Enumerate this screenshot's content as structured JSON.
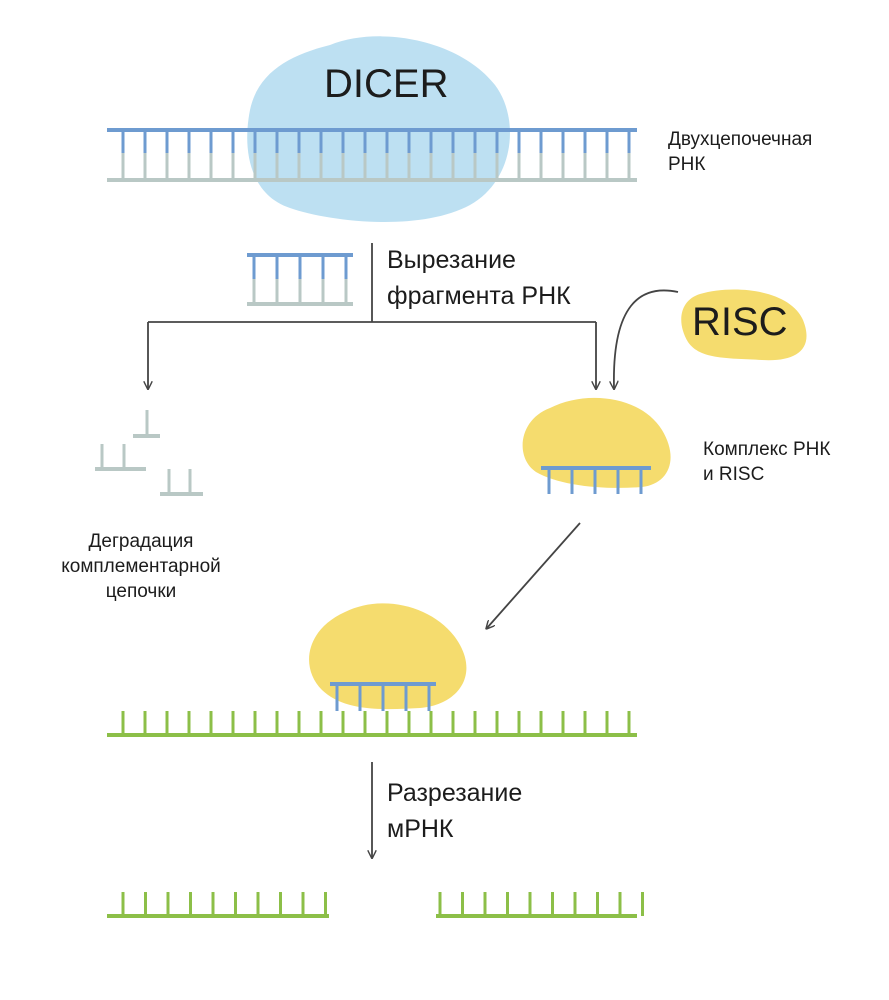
{
  "colors": {
    "rna_blue": "#6e9bd0",
    "rna_grey": "#b9c8c5",
    "mrna_green": "#8cbf48",
    "dicer_blob": "#bde0f2",
    "risc_blob": "#f5dc6e",
    "arrow": "#444444"
  },
  "labels": {
    "dicer": "DICER",
    "ds_rna_line1": "Двухцепочечная",
    "ds_rna_line2": "РНК",
    "cut_line1": "Вырезание",
    "cut_line2": "фрагмента РНК",
    "risc": "RISC",
    "complex_line1": "Комплекс РНК",
    "complex_line2": "и RISC",
    "degradation_line1": "Деградация",
    "degradation_line2": "комплементарной",
    "degradation_line3": "цепочки",
    "mrna_cut_line1": "Разрезание",
    "mrna_cut_line2": "мРНК"
  }
}
